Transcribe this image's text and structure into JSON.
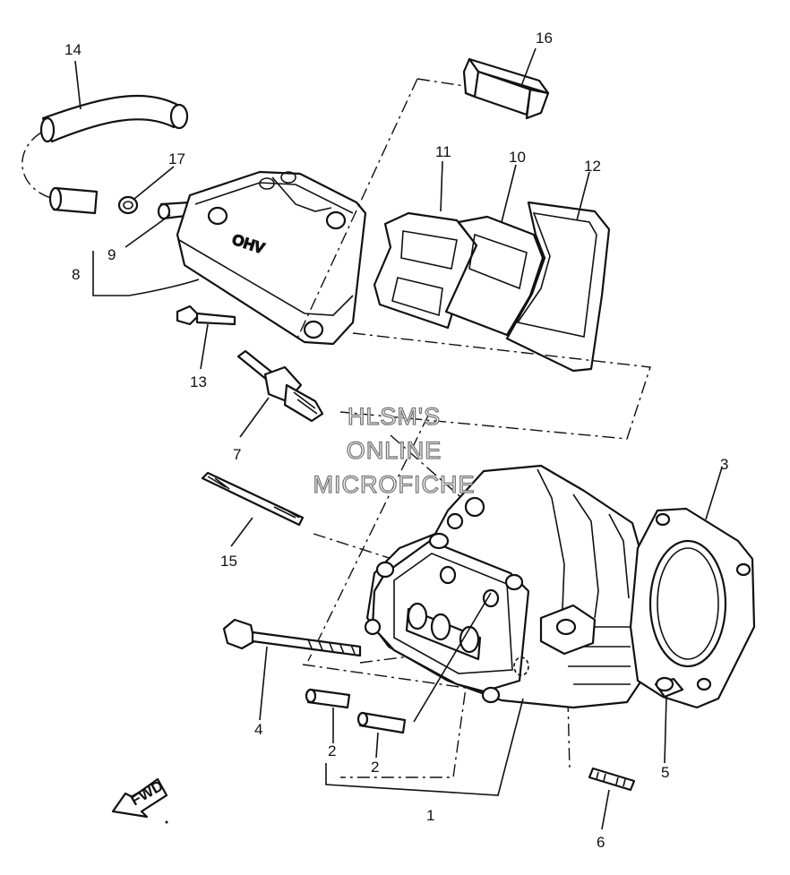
{
  "callouts": {
    "c1": "1",
    "c2a": "2",
    "c2b": "2",
    "c3": "3",
    "c4": "4",
    "c5": "5",
    "c6": "6",
    "c7": "7",
    "c8": "8",
    "c9": "9",
    "c10": "10",
    "c11": "11",
    "c12": "12",
    "c13": "13",
    "c14": "14",
    "c15": "15",
    "c16": "16",
    "c17": "17"
  },
  "cover_lettering": "OHV",
  "fwd_label": "FWD",
  "watermark": {
    "line1": "HLSM'S",
    "line2": "ONLINE",
    "line3": "MICROFICHE"
  }
}
